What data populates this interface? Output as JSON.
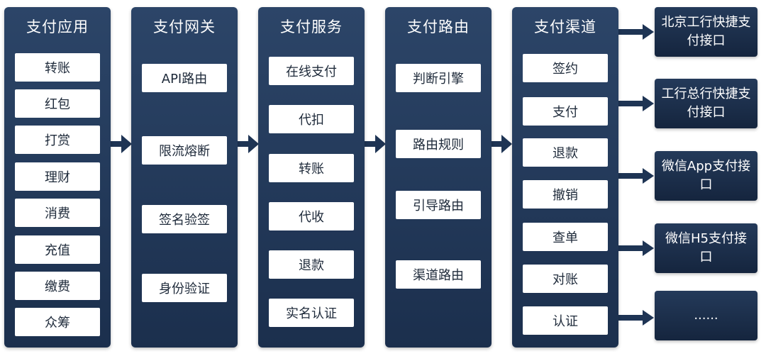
{
  "columns": [
    {
      "title": "支付应用",
      "items": [
        "转账",
        "红包",
        "打赏",
        "理财",
        "消费",
        "充值",
        "缴费",
        "众筹"
      ]
    },
    {
      "title": "支付网关",
      "items": [
        "API路由",
        "限流熔断",
        "签名验签",
        "身份验证"
      ]
    },
    {
      "title": "支付服务",
      "items": [
        "在线支付",
        "代扣",
        "转账",
        "代收",
        "退款",
        "实名认证"
      ]
    },
    {
      "title": "支付路由",
      "items": [
        "判断引擎",
        "路由规则",
        "引导路由",
        "渠道路由"
      ]
    },
    {
      "title": "支付渠道",
      "items": [
        "签约",
        "支付",
        "退款",
        "撤销",
        "查单",
        "对账",
        "认证"
      ]
    }
  ],
  "channels": [
    "北京工行快捷支付接口",
    "工行总行快捷支付接口",
    "微信App支付接口",
    "微信H5支付接口",
    "......"
  ],
  "colors": {
    "column": "#1f3453",
    "arrow": "#1e3454",
    "item_bg": "#ffffff",
    "item_text": "#1e2a3a"
  }
}
